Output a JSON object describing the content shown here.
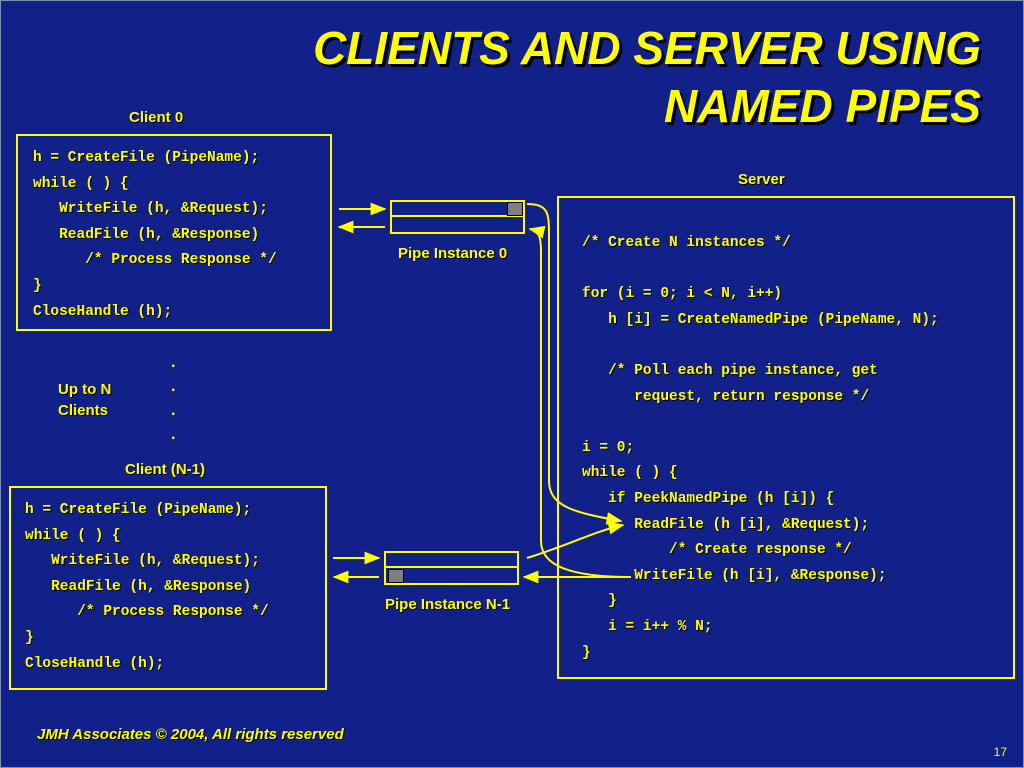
{
  "title": {
    "line1": "CLIENTS AND SERVER USING",
    "line2": "NAMED PIPES"
  },
  "labels": {
    "client0": "Client 0",
    "clientN1": "Client (N-1)",
    "server": "Server",
    "up_to_n_line1": "Up to N",
    "up_to_n_line2": "Clients",
    "pipe0": "Pipe Instance 0",
    "pipeN1": "Pipe Instance N-1"
  },
  "dots": [
    ".",
    ".",
    ".",
    "."
  ],
  "client_code": [
    "h = CreateFile (PipeName);",
    "while ( ) {",
    "   WriteFile (h, &Request);",
    "   ReadFile (h, &Response)",
    "      /* Process Response */",
    "}",
    "CloseHandle (h);"
  ],
  "server_code": [
    "/* Create N instances */",
    "",
    "for (i = 0; i < N, i++)",
    "   h [i] = CreateNamedPipe (PipeName, N);",
    "",
    "   /* Poll each pipe instance, get",
    "      request, return response */",
    "",
    "i = 0;",
    "while ( ) {",
    "   if PeekNamedPipe (h [i]) {",
    "      ReadFile (h [i], &Request);",
    "          /* Create response */",
    "      WriteFile (h [i], &Response);",
    "   }",
    "   i = i++ % N;",
    "}"
  ],
  "footer": "JMH Associates © 2004, All rights reserved",
  "page_number": "17",
  "colors": {
    "background": "#12208a",
    "foreground": "#ffff00",
    "plug": "#7f7f7f"
  }
}
